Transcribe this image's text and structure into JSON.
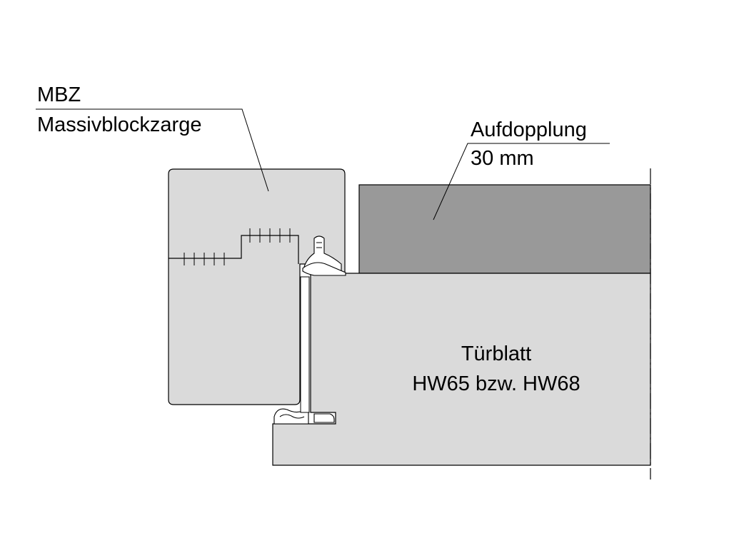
{
  "labels": {
    "frame_code": "MBZ",
    "frame_name": "Massivblockzarge",
    "doubling_name": "Aufdopplung",
    "doubling_thickness": "30 mm",
    "leaf_name": "Türblatt",
    "leaf_type": "HW65 bzw. HW68"
  },
  "colors": {
    "frame_fill": "#dadada",
    "leaf_fill": "#dadada",
    "doubling_fill": "#999999",
    "line": "#000000",
    "background": "#ffffff"
  }
}
